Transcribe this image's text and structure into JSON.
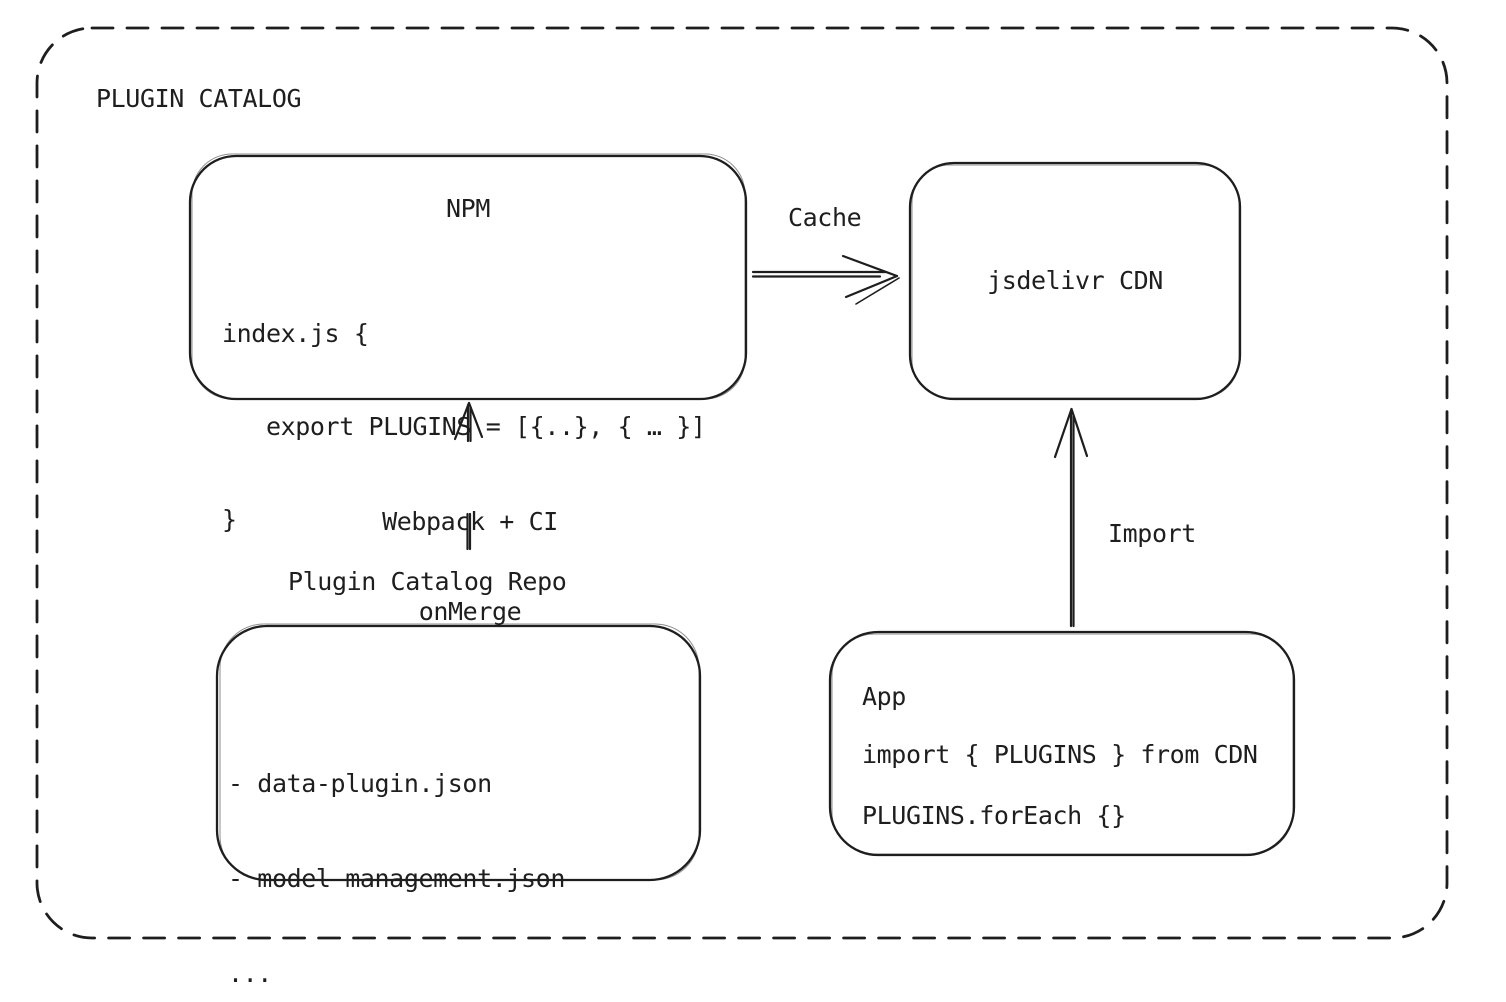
{
  "colors": {
    "stroke": "#1e1e1e",
    "background": "#ffffff"
  },
  "diagram": {
    "title": "PLUGIN CATALOG",
    "npm_box": {
      "title": "NPM",
      "code": [
        "index.js {",
        "   export PLUGINS = [{..}, { … }]",
        "}"
      ]
    },
    "cdn_box": {
      "label": "jsdelivr CDN"
    },
    "repo_box": {
      "title": "Plugin Catalog Repo",
      "items": [
        "- data-plugin.json",
        "- model-management.json",
        "..."
      ]
    },
    "app_box": {
      "title": "App",
      "code": [
        "import { PLUGINS } from CDN",
        "PLUGINS.forEach {}"
      ]
    },
    "arrows": {
      "cache_label": "Cache",
      "build_label_line1": "Webpack + CI",
      "build_label_line2": "onMerge",
      "import_label": "Import"
    }
  }
}
